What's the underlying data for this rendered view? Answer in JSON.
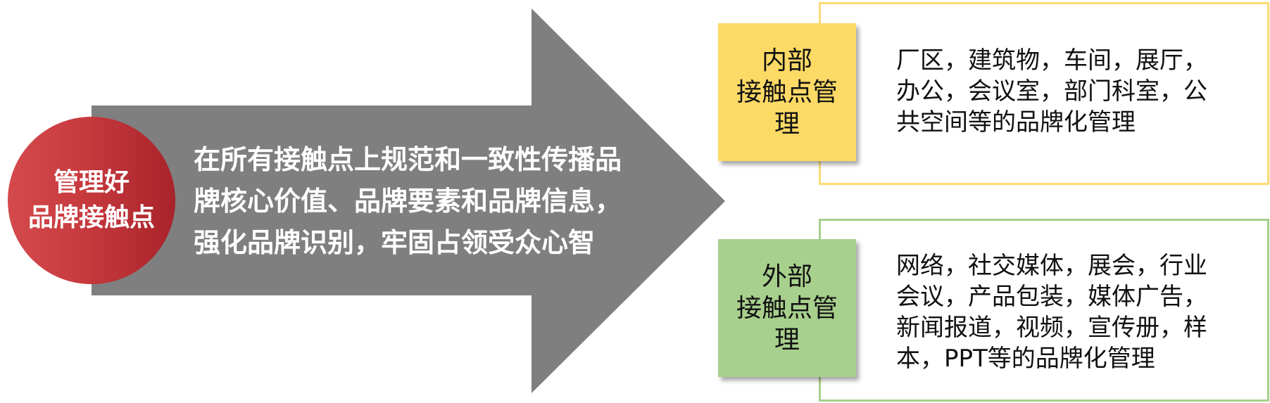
{
  "colors": {
    "arrow": "#7f7f7f",
    "circle": "#c0393d",
    "internal_label": "#fdd966",
    "internal_border": "#fcdb74",
    "external_label": "#a8d08d",
    "external_border": "#a7cf8a"
  },
  "circle": {
    "lines": [
      "管理好",
      "品牌接触点"
    ]
  },
  "arrow": {
    "lines": [
      "在所有接触点上规范和一致性传播品",
      "牌核心价值、品牌要素和品牌信息，",
      "强化品牌识别，牢固占领受众心智"
    ]
  },
  "internal": {
    "label_lines": [
      "内部",
      "接触点管",
      "理"
    ],
    "desc_lines": [
      "厂区，建筑物，车间，展厅，",
      "办公，会议室，部门科室，公",
      "共空间等的品牌化管理"
    ]
  },
  "external": {
    "label_lines": [
      "外部",
      "接触点管",
      "理"
    ],
    "desc_lines": [
      "网络，社交媒体，展会，行业",
      "会议，产品包装，媒体广告，",
      "新闻报道，视频，宣传册，样",
      "本，PPT等的品牌化管理"
    ]
  }
}
